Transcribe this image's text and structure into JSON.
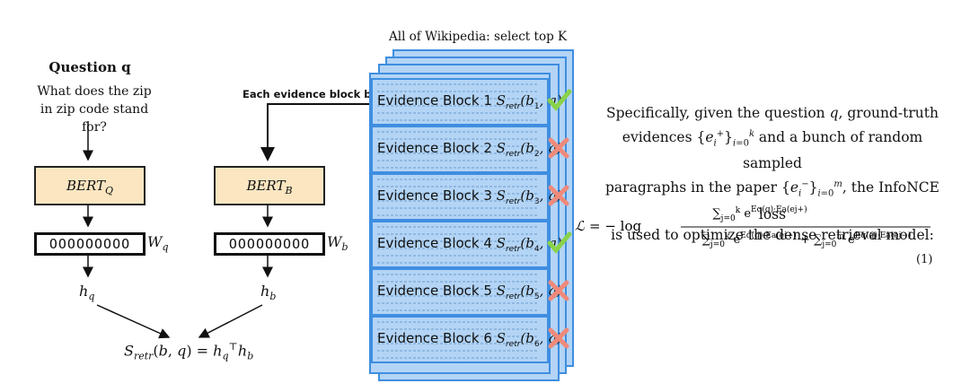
{
  "question_panel": {
    "title": "Question q",
    "text_line1": "What does the zip",
    "text_line2": "in zip code stand for?"
  },
  "evidence_label": "Each evidence block b",
  "wikipedia_label": "All of Wikipedia: select top K",
  "encoders": {
    "query": {
      "name": "BERT",
      "sub": "Q",
      "vector": "OOOOOOOOO",
      "weight": "W",
      "weight_sub": "q",
      "output": "h",
      "output_sub": "q"
    },
    "block": {
      "name": "BERT",
      "sub": "B",
      "vector": "OOOOOOOOO",
      "weight": "W",
      "weight_sub": "b",
      "output": "h",
      "output_sub": "b"
    }
  },
  "score_formula": "S_retr(b, q) = h_q^T h_b",
  "evidence_blocks": [
    {
      "label": "Evidence Block 1",
      "index": "1",
      "relevant": true
    },
    {
      "label": "Evidence Block 2",
      "index": "2",
      "relevant": false
    },
    {
      "label": "Evidence Block 3",
      "index": "3",
      "relevant": false
    },
    {
      "label": "Evidence Block 4",
      "index": "4",
      "relevant": true
    },
    {
      "label": "Evidence Block 5",
      "index": "5",
      "relevant": false
    },
    {
      "label": "Evidence Block 6",
      "index": "6",
      "relevant": false
    }
  ],
  "paragraph": {
    "line1": "Specifically, given the question q, ground-truth",
    "line2": "evidences {e_i^+}_{i=0}^k and a bunch of random sampled",
    "line3": "paragraphs in the paper {e_i^-}_{i=0}^m, the InfoNCE loss",
    "line4": "is used to optimize the dense retrieval model:"
  },
  "equation_number": "(1)",
  "colors": {
    "block_fill": "#b3d4f5",
    "block_border": "#3f8ee0",
    "bert_fill": "#fbe6c1",
    "check": "#8ad24a",
    "cross": "#ef8a7a"
  }
}
